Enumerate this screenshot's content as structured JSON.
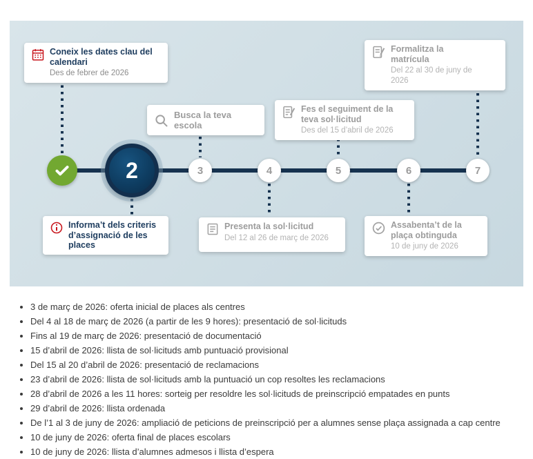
{
  "infographic": {
    "colors": {
      "panel_bg": "#cddde4",
      "timeline": "#16324f",
      "done_green": "#72a831",
      "accent_red": "#c8161d",
      "active_text": "#1d3c5e",
      "inactive_text": "#9c9c9c"
    },
    "steps": [
      {
        "number": "",
        "state": "done",
        "icon": "check-icon"
      },
      {
        "number": "2",
        "state": "current"
      },
      {
        "number": "3",
        "state": "upcoming"
      },
      {
        "number": "4",
        "state": "upcoming"
      },
      {
        "number": "5",
        "state": "upcoming"
      },
      {
        "number": "6",
        "state": "upcoming"
      },
      {
        "number": "7",
        "state": "upcoming"
      }
    ],
    "cards": [
      {
        "title": "Coneix les dates clau del calendari",
        "subtitle": "Des de febrer de 2026",
        "icon": "calendar-icon",
        "state": "active"
      },
      {
        "title": "Informa’t dels criteris d’assignació de les places",
        "subtitle": "",
        "icon": "info-icon",
        "state": "active"
      },
      {
        "title": "Busca la teva escola",
        "subtitle": "",
        "icon": "search-icon",
        "state": "inactive"
      },
      {
        "title": "Presenta la sol·licitud",
        "subtitle": "Del 12 al 26 de març de 2026",
        "icon": "form-icon",
        "state": "inactive"
      },
      {
        "title": "Fes el seguiment de la teva sol·licitud",
        "subtitle": "Des del 15 d’abril de 2026",
        "icon": "checklist-pen-icon",
        "state": "inactive"
      },
      {
        "title": "Assabenta’t de la plaça obtinguda",
        "subtitle": "10 de juny de 2026",
        "icon": "check-circle-icon",
        "state": "inactive"
      },
      {
        "title": "Formalitza la matrícula",
        "subtitle": "Del 22 al 30 de juny de 2026",
        "icon": "clipboard-pen-icon",
        "state": "inactive"
      }
    ]
  },
  "dates_list": {
    "items": [
      "3 de març de 2026: oferta inicial de places als centres",
      "Del 4 al 18 de març de 2026 (a partir de les 9 hores): presentació de sol·licituds",
      "Fins al 19 de març de 2026: presentació de documentació",
      "15 d’abril de 2026: llista de sol·licituds amb puntuació provisional",
      "Del 15 al 20 d’abril de 2026: presentació de reclamacions",
      "23 d’abril de 2026: llista de sol·licituds amb la puntuació un cop resoltes les reclamacions",
      "28 d’abril de 2026 a les 11 hores: sorteig per resoldre les sol·licituds de preinscripció empatades en punts",
      "29 d’abril de 2026: llista ordenada",
      "De l’1 al 3 de juny de 2026: ampliació de peticions de preinscripció per a alumnes sense plaça assignada a cap centre",
      "10 de juny de 2026: oferta final de places escolars",
      "10 de juny de 2026: llista d’alumnes admesos i llista d’espera"
    ]
  }
}
